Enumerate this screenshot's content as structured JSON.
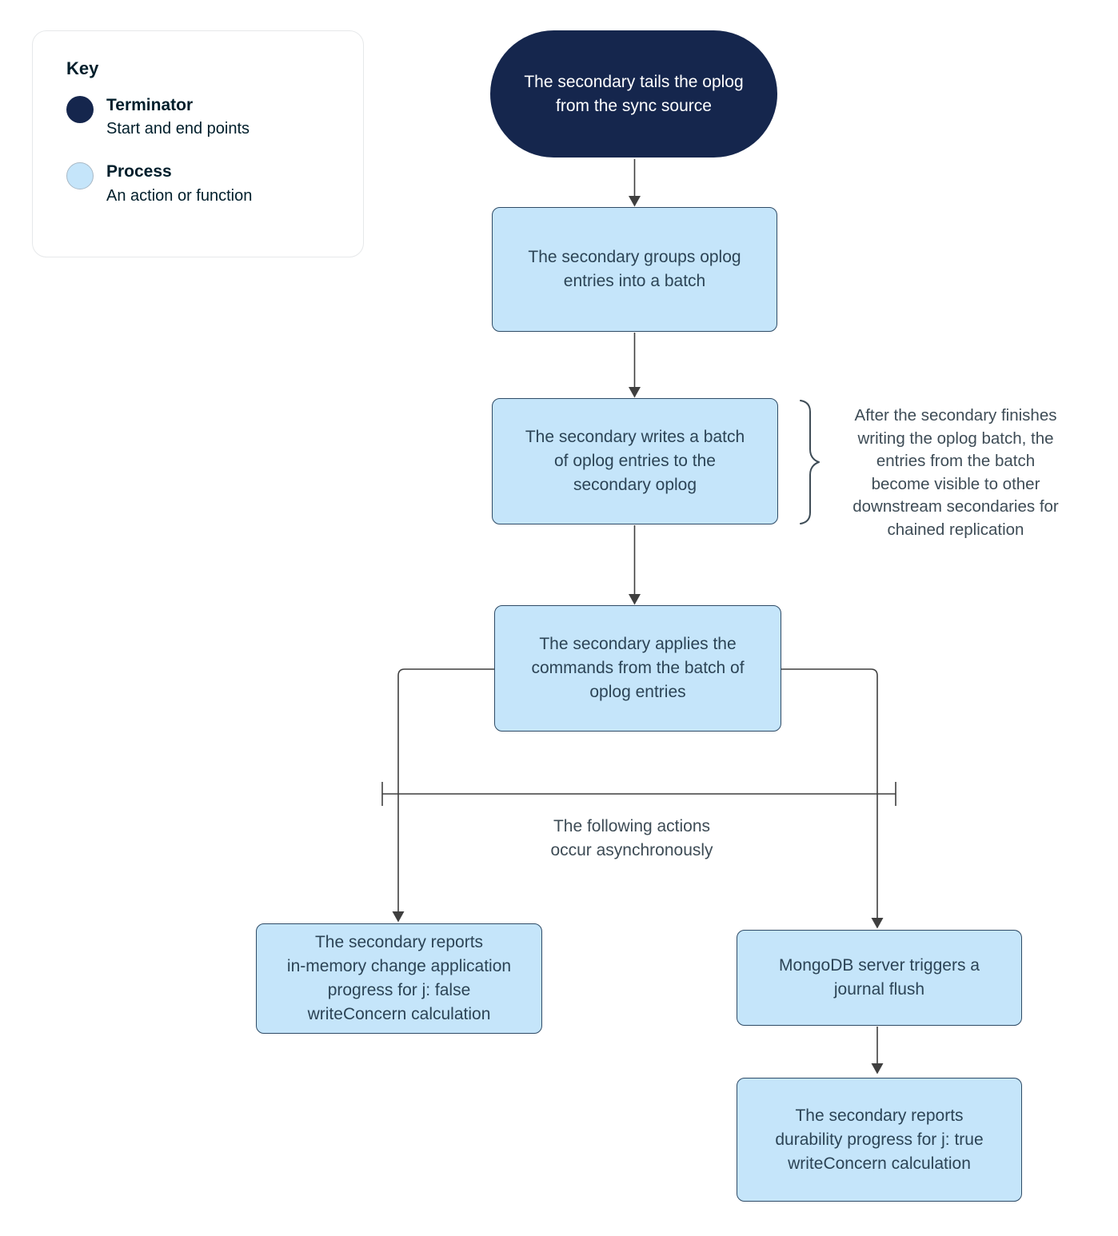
{
  "legend": {
    "title": "Key",
    "items": [
      {
        "name": "Terminator",
        "description": "Start and end points",
        "swatch": "terminator",
        "color": "#15264D"
      },
      {
        "name": "Process",
        "description": "An action or function",
        "swatch": "process",
        "color": "#C5E5FA"
      }
    ]
  },
  "nodes": {
    "start": {
      "type": "terminator",
      "label": "The secondary tails the oplog\nfrom the sync source"
    },
    "group_batch": {
      "type": "process",
      "label": "The secondary groups oplog\nentries into a batch"
    },
    "write_batch": {
      "type": "process",
      "label": "The secondary writes a batch\nof oplog entries to the\nsecondary oplog"
    },
    "apply_commands": {
      "type": "process",
      "label": "The secondary applies the\ncommands from the batch of\noplog entries"
    },
    "report_inmemory": {
      "type": "process",
      "label": "The secondary reports\nin-memory change application\nprogress for j: false\nwriteConcern calculation"
    },
    "journal_flush": {
      "type": "process",
      "label": "MongoDB server triggers a\njournal flush"
    },
    "report_durability": {
      "type": "process",
      "label": "The secondary reports\ndurability progress for j: true\nwriteConcern calculation"
    }
  },
  "edges": [
    {
      "from": "start",
      "to": "group_batch"
    },
    {
      "from": "group_batch",
      "to": "write_batch"
    },
    {
      "from": "write_batch",
      "to": "apply_commands"
    },
    {
      "from": "apply_commands",
      "to": "report_inmemory"
    },
    {
      "from": "apply_commands",
      "to": "journal_flush"
    },
    {
      "from": "journal_flush",
      "to": "report_durability"
    }
  ],
  "annotations": {
    "brace_note": "After the secondary finishes\nwriting the oplog batch, the\nentries from the batch\nbecome visible to other\ndownstream secondaries for\nchained replication",
    "async_note": "The following actions\noccur asynchronously"
  },
  "colors": {
    "terminator_fill": "#15264D",
    "process_fill": "#C5E5FA",
    "process_border": "#2E4B66",
    "process_text": "#2C4456",
    "terminator_text": "#FFFFFF",
    "annotation_text": "#3E4C56",
    "connector": "#3F3F3F",
    "legend_text": "#001E2B",
    "legend_border": "#E6E8EA",
    "legend_swatch_process_border": "#A9B9C6",
    "canvas_bg": "#FFFFFF"
  }
}
